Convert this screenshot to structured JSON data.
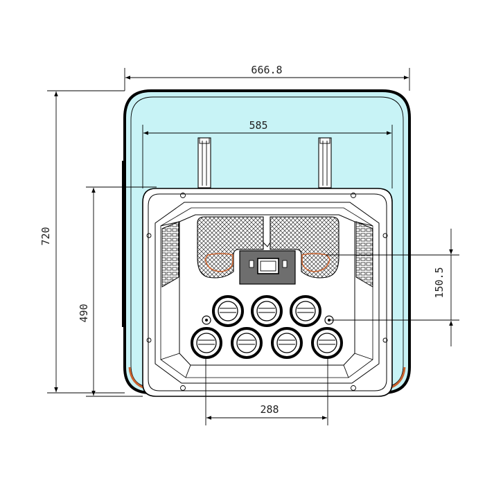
{
  "dimensions": {
    "total_width": "666.8",
    "inner_width": "585",
    "total_height": "720",
    "body_height": "490",
    "vent_offset": "150.5",
    "vent_spacing": "288"
  },
  "colors": {
    "panel_fill": "#c8f3f6",
    "outline": "#000000",
    "accent_orange": "#c9622e",
    "display_fill": "#6e6e6e",
    "body_fill": "#ffffff",
    "grille_mesh": "#333333"
  }
}
